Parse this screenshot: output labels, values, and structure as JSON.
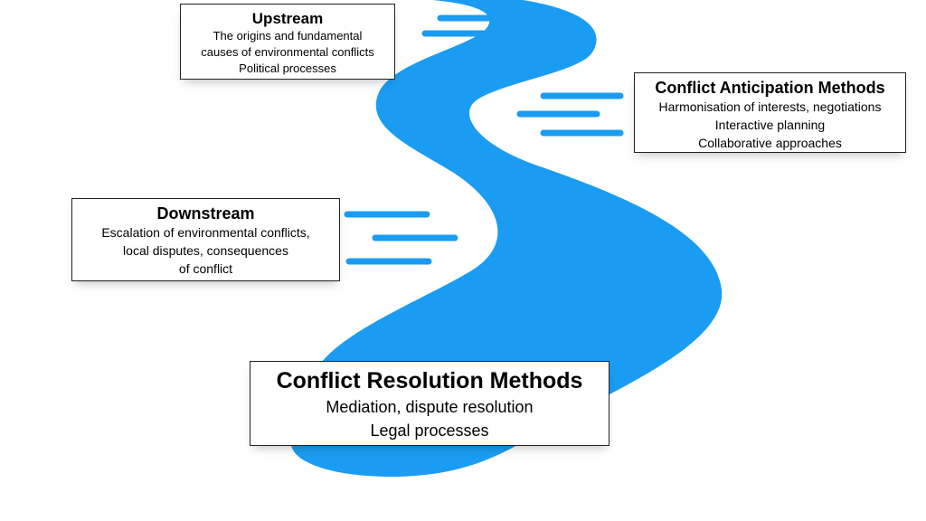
{
  "colors": {
    "river": "#1a9cf2",
    "box_border": "#222222",
    "background": "#ffffff"
  },
  "boxes": {
    "upstream": {
      "title": "Upstream",
      "lines": [
        "The origins and fundamental",
        "causes of environmental conflicts",
        "Political processes"
      ]
    },
    "anticipation": {
      "title": "Conflict Anticipation Methods",
      "lines": [
        "Harmonisation of interests, negotiations",
        "Interactive planning",
        "Collaborative approaches"
      ]
    },
    "downstream": {
      "title": "Downstream",
      "lines": [
        "Escalation of environmental conflicts,",
        "local disputes, consequences",
        "of conflict"
      ]
    },
    "resolution": {
      "title": "Conflict Resolution Methods",
      "lines": [
        "Mediation, dispute resolution",
        "Legal processes"
      ]
    }
  }
}
